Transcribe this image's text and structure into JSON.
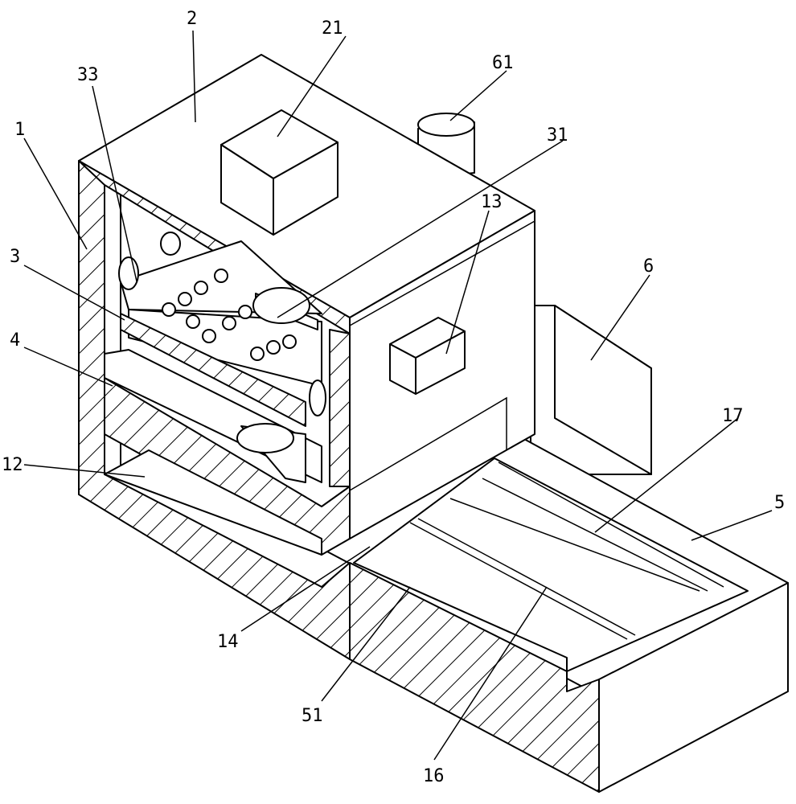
{
  "labels": {
    "l1": "1",
    "l2": "2",
    "l3": "3",
    "l4": "4",
    "l5": "5",
    "l6": "6",
    "l12": "12",
    "l13": "13",
    "l14": "14",
    "l16": "16",
    "l17": "17",
    "l21": "21",
    "l31": "31",
    "l33": "33",
    "l51": "51",
    "l61": "61"
  }
}
